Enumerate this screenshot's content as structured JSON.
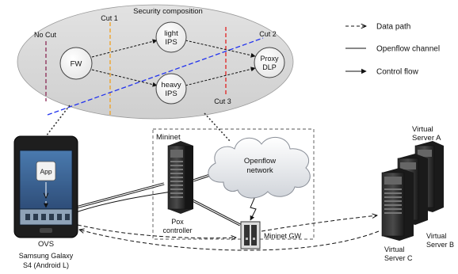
{
  "composition": {
    "title": "Security composition",
    "nodes": {
      "fw": "FW",
      "light_ips": [
        "light",
        "IPS"
      ],
      "heavy_ips": [
        "heavy",
        "IPS"
      ],
      "proxy_dlp": [
        "Proxy",
        "DLP"
      ]
    },
    "cuts": {
      "no_cut": "No Cut",
      "cut1": "Cut 1",
      "cut2": "Cut 2",
      "cut3": "Cut 3"
    },
    "colors": {
      "no_cut": "#8a2a55",
      "cut1": "#f0a020",
      "cut2": "#2233ee",
      "cut3": "#e02020"
    }
  },
  "legend": [
    {
      "kind": "data-path",
      "label": "Data path"
    },
    {
      "kind": "openflow-channel",
      "label": "Openflow channel"
    },
    {
      "kind": "control-flow",
      "label": "Control flow"
    }
  ],
  "phone": {
    "app_label": "App",
    "ovs_label": "OVS",
    "device_label": [
      "Samsung Galaxy",
      "S4 (Android L)"
    ]
  },
  "mininet": {
    "title": "Mininet",
    "pox_label": [
      "Pox",
      "controller"
    ],
    "cloud_label": [
      "Openflow",
      "network"
    ],
    "gw_label": "Mininet GW"
  },
  "servers": {
    "a": [
      "Virtual",
      "Server A"
    ],
    "b": [
      "Virtual",
      "Server B"
    ],
    "c": [
      "Virtual",
      "Server C"
    ]
  }
}
